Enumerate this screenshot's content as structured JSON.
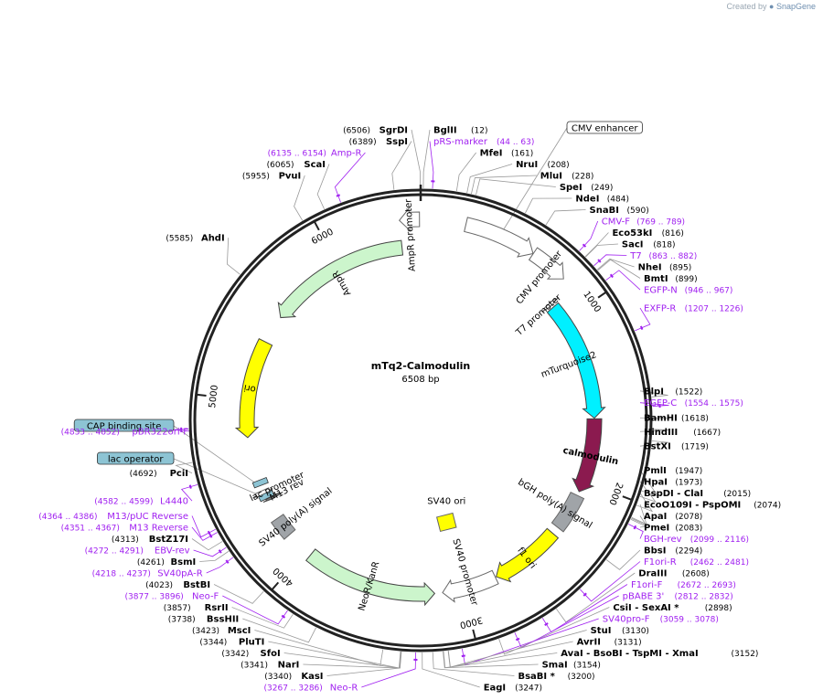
{
  "credit": {
    "prefix": "Created by",
    "brand": "SnapGene"
  },
  "plasmid": {
    "name": "mTq2-Calmodulin",
    "length": 6508,
    "length_label": "6508 bp"
  },
  "ticks": [
    {
      "bp": 1000,
      "label": "1000"
    },
    {
      "bp": 2000,
      "label": "2000"
    },
    {
      "bp": 3000,
      "label": "3000"
    },
    {
      "bp": 4000,
      "label": "4000"
    },
    {
      "bp": 5000,
      "label": "5000"
    },
    {
      "bp": 6000,
      "label": "6000"
    }
  ],
  "features": [
    {
      "name": "CMV enhancer",
      "start": 235,
      "end": 614,
      "r": 220,
      "dir": 1,
      "color": "#ffffff",
      "stroke": "#666666",
      "label_mode": "box",
      "label": "CMV enhancer",
      "box": "#ffffff"
    },
    {
      "name": "CMV promoter",
      "start": 615,
      "end": 818,
      "r": 220,
      "dir": 1,
      "color": "#ffffff",
      "stroke": "#666666",
      "label_mode": "arc",
      "label": "CMV promoter"
    },
    {
      "name": "T7 promoter",
      "start": 863,
      "end": 881,
      "r": 190,
      "dir": 1,
      "color": "#ffffff",
      "stroke": "#666666",
      "label_mode": "arc",
      "label": "T7 promoter"
    },
    {
      "name": "mTurquoise2",
      "start": 895,
      "end": 1614,
      "r": 190,
      "dir": 1,
      "color": "#00f0ff",
      "stroke": "#444444",
      "label_mode": "arc",
      "label": "mTurquoise2"
    },
    {
      "name": "calmodulin",
      "start": 1618,
      "end": 2065,
      "r": 190,
      "dir": 1,
      "color": "#8b1a4f",
      "stroke": "#444444",
      "label_mode": "arc-in",
      "label": "calmodulin",
      "text_color": "#ffffff"
    },
    {
      "name": "bGH poly(A) signal",
      "start": 2090,
      "end": 2314,
      "r": 190,
      "dir": 0,
      "color": "#a0a4a8",
      "stroke": "#666666",
      "label_mode": "arc",
      "label": "bGH poly(A) signal"
    },
    {
      "name": "f1 ori",
      "start": 2360,
      "end": 2788,
      "r": 190,
      "dir": 1,
      "color": "#ffff00",
      "stroke": "#444444",
      "label_mode": "arc-in",
      "label": "f1 ori"
    },
    {
      "name": "SV40 promoter",
      "start": 2794,
      "end": 3123,
      "r": 190,
      "dir": 1,
      "color": "#ffffff",
      "stroke": "#666666",
      "label_mode": "arc",
      "label": "SV40 promoter"
    },
    {
      "name": "NeoR/KanR",
      "start": 3170,
      "end": 3964,
      "r": 190,
      "dir": -1,
      "color": "#ccf5cc",
      "stroke": "#444444",
      "label_mode": "arc-in",
      "label": "NeoR/KanR"
    },
    {
      "name": "SV40 poly(A) signal",
      "start": 4138,
      "end": 4259,
      "r": 190,
      "dir": 0,
      "color": "#a0a4a8",
      "stroke": "#666666",
      "label_mode": "arc",
      "label": "SV40 poly(A) signal"
    },
    {
      "name": "lac promoter",
      "start": 4418,
      "end": 4448,
      "r": 190,
      "dir": -1,
      "color": "#ffffff",
      "stroke": "#666666",
      "label_mode": "arc",
      "label": "lac promoter"
    },
    {
      "name": "M13 rev",
      "start": 4376,
      "end": 4392,
      "r": 182,
      "dir": -1,
      "color": "#777777",
      "stroke": "#444444",
      "label_mode": "arc",
      "label": "M13 rev"
    },
    {
      "name": "ori",
      "start": 4778,
      "end": 5366,
      "r": 190,
      "dir": -1,
      "color": "#ffff00",
      "stroke": "#444444",
      "label_mode": "arc-in",
      "label": "ori"
    },
    {
      "name": "AmpR",
      "start": 5537,
      "end": 6397,
      "r": 190,
      "dir": -1,
      "color": "#ccf5cc",
      "stroke": "#444444",
      "label_mode": "arc",
      "label": "AmpR"
    },
    {
      "name": "AmpR promoter",
      "start": 6398,
      "end": 6502,
      "r": 220,
      "dir": -1,
      "color": "#ffffff",
      "stroke": "#666666",
      "label_mode": "arc",
      "label": "AmpR promoter"
    },
    {
      "name": "SV40 ori",
      "start": 2979,
      "end": 3014,
      "r": 0,
      "dir": 0,
      "color": "#ffff00",
      "stroke": "#666666",
      "label_mode": "free",
      "label": "SV40 ori"
    },
    {
      "name": "CAP binding site",
      "start": 4486,
      "end": 4507,
      "r": 0,
      "dir": 0,
      "color": "#8dc4d4",
      "stroke": "#333333",
      "label_mode": "box",
      "label": "CAP binding site",
      "box": "#8dc4d4"
    },
    {
      "name": "lac operator",
      "start": 4402,
      "end": 4418,
      "r": 0,
      "dir": 0,
      "color": "#8dc4d4",
      "stroke": "#333333",
      "label_mode": "box",
      "label": "lac operator",
      "box": "#8dc4d4"
    }
  ],
  "enzymes": [
    {
      "name": "SgrDI",
      "pos": "(6506)",
      "bp": 6506
    },
    {
      "name": "BglII",
      "pos": "(12)",
      "bp": 12
    },
    {
      "name": "SspI",
      "pos": "(6389)",
      "bp": 6389
    },
    {
      "name": "MfeI",
      "pos": "(161)",
      "bp": 161
    },
    {
      "name": "NruI",
      "pos": "(208)",
      "bp": 208
    },
    {
      "name": "MluI",
      "pos": "(228)",
      "bp": 228
    },
    {
      "name": "SpeI",
      "pos": "(249)",
      "bp": 249
    },
    {
      "name": "NdeI",
      "pos": "(484)",
      "bp": 484
    },
    {
      "name": "SnaBI",
      "pos": "(590)",
      "bp": 590
    },
    {
      "name": "Eco53kI",
      "pos": "(816)",
      "bp": 816
    },
    {
      "name": "SacI",
      "pos": "(818)",
      "bp": 818
    },
    {
      "name": "NheI",
      "pos": "(895)",
      "bp": 895
    },
    {
      "name": "BmtI",
      "pos": "(899)",
      "bp": 899
    },
    {
      "name": "BlpI",
      "pos": "(1522)",
      "bp": 1522
    },
    {
      "name": "BamHI",
      "pos": "(1618)",
      "bp": 1618
    },
    {
      "name": "HindIII",
      "pos": "(1667)",
      "bp": 1667
    },
    {
      "name": "BstXI",
      "pos": "(1719)",
      "bp": 1719
    },
    {
      "name": "PmlI",
      "pos": "(1947)",
      "bp": 1947
    },
    {
      "name": "HpaI",
      "pos": "(1973)",
      "bp": 1973
    },
    {
      "name": "BspDI - ClaI",
      "pos": "(2015)",
      "bp": 2015
    },
    {
      "name": "EcoO109I - PspOMI",
      "pos": "(2074)",
      "bp": 2074
    },
    {
      "name": "ApaI",
      "pos": "(2078)",
      "bp": 2078
    },
    {
      "name": "PmeI",
      "pos": "(2083)",
      "bp": 2083
    },
    {
      "name": "BbsI",
      "pos": "(2294)",
      "bp": 2294
    },
    {
      "name": "DraIII",
      "pos": "(2608)",
      "bp": 2608
    },
    {
      "name": "CsiI - SexAI *",
      "pos": "(2898)",
      "bp": 2898
    },
    {
      "name": "StuI",
      "pos": "(3130)",
      "bp": 3130
    },
    {
      "name": "AvrII",
      "pos": "(3131)",
      "bp": 3131
    },
    {
      "name": "AvaI - BsoBI - TspMI - XmaI",
      "pos": "(3152)",
      "bp": 3152
    },
    {
      "name": "SmaI",
      "pos": "(3154)",
      "bp": 3154
    },
    {
      "name": "BsaBI *",
      "pos": "(3200)",
      "bp": 3200
    },
    {
      "name": "EagI",
      "pos": "(3247)",
      "bp": 3247
    },
    {
      "name": "KasI",
      "pos": "(3340)",
      "bp": 3340
    },
    {
      "name": "NarI",
      "pos": "(3341)",
      "bp": 3341
    },
    {
      "name": "SfoI",
      "pos": "(3342)",
      "bp": 3342
    },
    {
      "name": "PluTI",
      "pos": "(3344)",
      "bp": 3344
    },
    {
      "name": "MscI",
      "pos": "(3423)",
      "bp": 3423
    },
    {
      "name": "BssHII",
      "pos": "(3738)",
      "bp": 3738
    },
    {
      "name": "RsrII",
      "pos": "(3857)",
      "bp": 3857
    },
    {
      "name": "BstBI",
      "pos": "(4023)",
      "bp": 4023
    },
    {
      "name": "BsmI",
      "pos": "(4261)",
      "bp": 4261
    },
    {
      "name": "BstZ17I",
      "pos": "(4313)",
      "bp": 4313
    },
    {
      "name": "PciI",
      "pos": "(4692)",
      "bp": 4692
    },
    {
      "name": "AhdI",
      "pos": "(5585)",
      "bp": 5585
    },
    {
      "name": "PvuI",
      "pos": "(5955)",
      "bp": 5955
    },
    {
      "name": "ScaI",
      "pos": "(6065)",
      "bp": 6065
    }
  ],
  "primers": [
    {
      "name": "pRS-marker",
      "pos": "(44 .. 63)",
      "bp": 53
    },
    {
      "name": "Amp-R",
      "pos": "(6135 .. 6154)",
      "bp": 6144
    },
    {
      "name": "CMV-F",
      "pos": "(769 .. 789)",
      "bp": 779
    },
    {
      "name": "T7",
      "pos": "(863 .. 882)",
      "bp": 872
    },
    {
      "name": "EGFP-N",
      "pos": "(946 .. 967)",
      "bp": 956
    },
    {
      "name": "EXFP-R",
      "pos": "(1207 .. 1226)",
      "bp": 1216
    },
    {
      "name": "EGFP-C",
      "pos": "(1554 .. 1575)",
      "bp": 1564
    },
    {
      "name": "BGH-rev",
      "pos": "(2099 .. 2116)",
      "bp": 2107
    },
    {
      "name": "F1ori-R",
      "pos": "(2462 .. 2481)",
      "bp": 2471
    },
    {
      "name": "F1ori-F",
      "pos": "(2672 .. 2693)",
      "bp": 2682
    },
    {
      "name": "pBABE 3'",
      "pos": "(2812 .. 2832)",
      "bp": 2822
    },
    {
      "name": "SV40pro-F",
      "pos": "(3059 .. 3078)",
      "bp": 3068
    },
    {
      "name": "Neo-R",
      "pos": "(3267 .. 3286)",
      "bp": 3276
    },
    {
      "name": "Neo-F",
      "pos": "(3877 .. 3896)",
      "bp": 3886
    },
    {
      "name": "SV40pA-R",
      "pos": "(4218 .. 4237)",
      "bp": 4227
    },
    {
      "name": "EBV-rev",
      "pos": "(4272 .. 4291)",
      "bp": 4281
    },
    {
      "name": "M13 Reverse",
      "pos": "(4351 .. 4367)",
      "bp": 4359
    },
    {
      "name": "M13/pUC Reverse",
      "pos": "(4364 .. 4386)",
      "bp": 4375
    },
    {
      "name": "L4440",
      "pos": "(4582 .. 4599)",
      "bp": 4590
    },
    {
      "name": "pBR322ori-F",
      "pos": "(4833 .. 4852)",
      "bp": 4842
    }
  ]
}
